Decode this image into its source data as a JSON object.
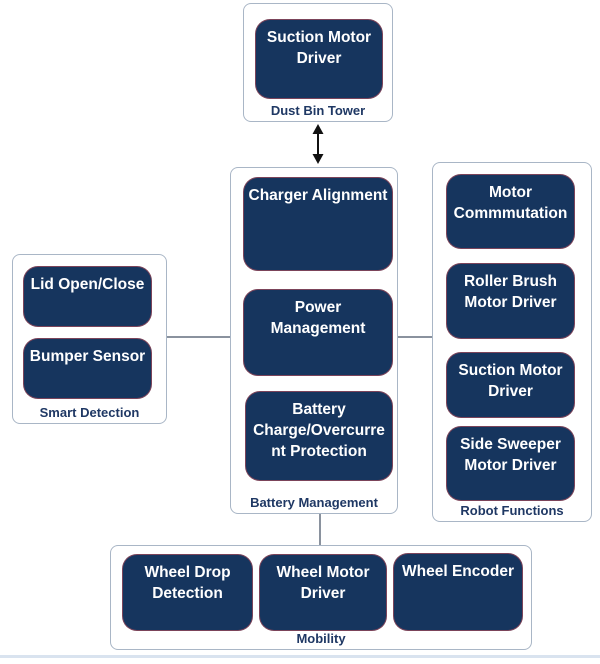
{
  "diagram": {
    "groups": [
      {
        "id": "dust-bin-tower",
        "label": "Dust Bin Tower",
        "blocks": [
          "Suction Motor\nDriver"
        ]
      },
      {
        "id": "battery-management",
        "label": "Battery Management",
        "blocks": [
          "Charger Alignment",
          "Power\nManagement",
          "Battery\nCharge/Overcurre\nnt Protection"
        ]
      },
      {
        "id": "smart-detection",
        "label": "Smart Detection",
        "blocks": [
          "Lid Open/Close",
          "Bumper Sensor"
        ]
      },
      {
        "id": "robot-functions",
        "label": "Robot Functions",
        "blocks": [
          "Motor\nCommmutation",
          "Roller Brush\nMotor Driver",
          "Suction Motor\nDriver",
          "Side Sweeper\nMotor Driver"
        ]
      },
      {
        "id": "mobility",
        "label": "Mobility",
        "blocks": [
          "Wheel Drop\nDetection",
          "Wheel Motor\nDriver",
          "Wheel Encoder"
        ]
      }
    ],
    "colors": {
      "block_fill": "#16355e",
      "block_border": "#9e4a5a",
      "block_text": "#ffffff",
      "group_border": "#a9b6c6",
      "group_label_text": "#1f3864",
      "connector": "#8a929e",
      "arrow": "#111111",
      "bottom_strip": "#d9e3ef"
    }
  }
}
